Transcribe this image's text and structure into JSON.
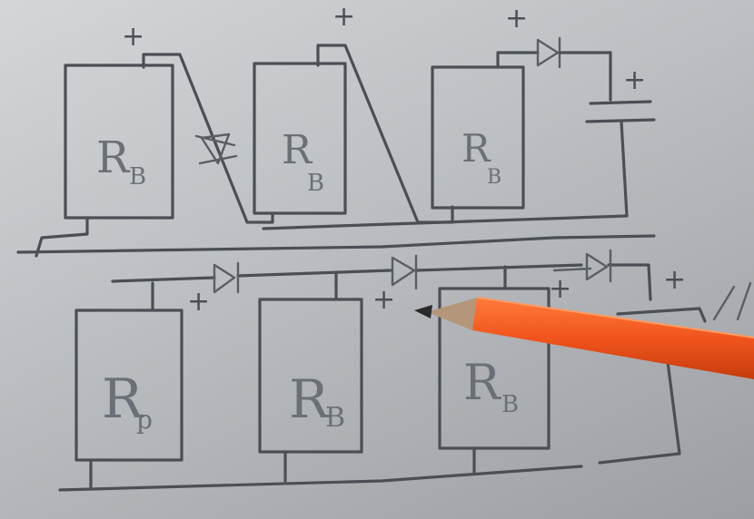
{
  "scene": {
    "kind": "photo of hand-drawn circuit sketch with orange pencil",
    "colors": {
      "paper": "#c6c9cd",
      "ink": "#4b4f55",
      "pencil_body": "#f0541c",
      "pencil_wood": "#b4967a",
      "pencil_lead": "#2a2a2a"
    }
  },
  "top_row": {
    "modules": [
      {
        "label": "R",
        "sub": "B"
      },
      {
        "label": "R",
        "sub": "B"
      },
      {
        "label": "R",
        "sub": "B"
      }
    ],
    "marks": [
      "+",
      "+",
      "+",
      "+"
    ]
  },
  "bottom_row": {
    "modules": [
      {
        "label": "R",
        "sub": "p"
      },
      {
        "label": "R",
        "sub": "B"
      },
      {
        "label": "R",
        "sub": "B"
      }
    ],
    "marks": [
      "+",
      "+",
      "+",
      "+"
    ]
  }
}
